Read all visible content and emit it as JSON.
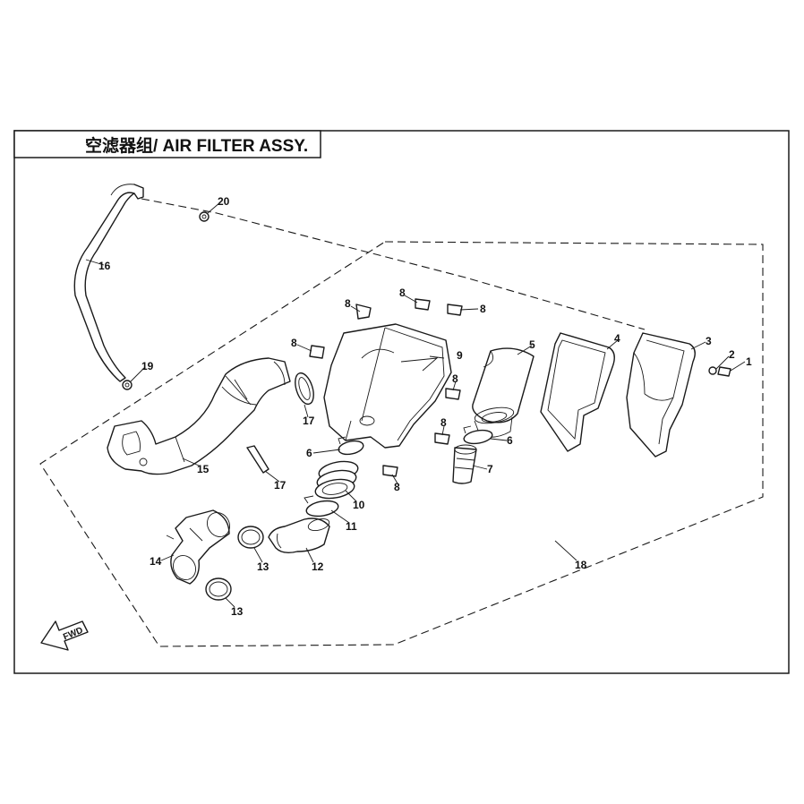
{
  "title": "空滤器组/ AIR FILTER ASSY.",
  "direction_label": "FWD",
  "callouts": [
    {
      "id": "1",
      "text": "1"
    },
    {
      "id": "2",
      "text": "2"
    },
    {
      "id": "3",
      "text": "3"
    },
    {
      "id": "4",
      "text": "4"
    },
    {
      "id": "5",
      "text": "5"
    },
    {
      "id": "6a",
      "text": "6"
    },
    {
      "id": "6b",
      "text": "6"
    },
    {
      "id": "7",
      "text": "7"
    },
    {
      "id": "8a",
      "text": "8"
    },
    {
      "id": "8b",
      "text": "8"
    },
    {
      "id": "8c",
      "text": "8"
    },
    {
      "id": "8d",
      "text": "8"
    },
    {
      "id": "8e",
      "text": "8"
    },
    {
      "id": "8f",
      "text": "8"
    },
    {
      "id": "8g",
      "text": "8"
    },
    {
      "id": "9",
      "text": "9"
    },
    {
      "id": "10",
      "text": "10"
    },
    {
      "id": "11",
      "text": "11"
    },
    {
      "id": "12",
      "text": "12"
    },
    {
      "id": "13a",
      "text": "13"
    },
    {
      "id": "13b",
      "text": "13"
    },
    {
      "id": "14",
      "text": "14"
    },
    {
      "id": "15",
      "text": "15"
    },
    {
      "id": "16",
      "text": "16"
    },
    {
      "id": "17a",
      "text": "17"
    },
    {
      "id": "17b",
      "text": "17"
    },
    {
      "id": "18",
      "text": "18"
    },
    {
      "id": "19",
      "text": "19"
    },
    {
      "id": "20",
      "text": "20"
    }
  ]
}
